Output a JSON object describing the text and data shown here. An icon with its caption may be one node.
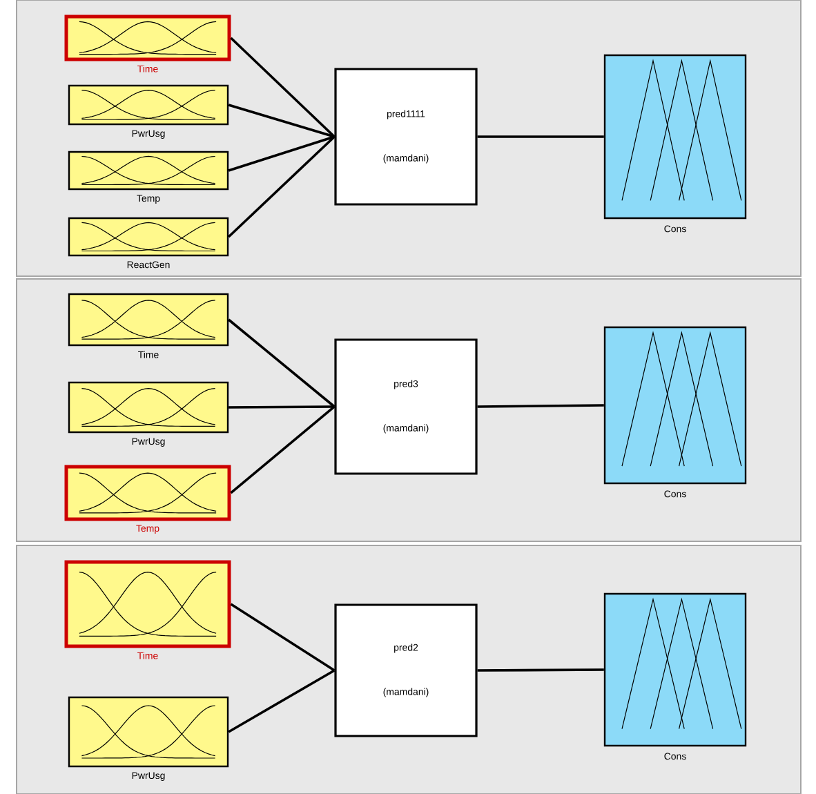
{
  "diagram": {
    "nodes": [
      {
        "text": [
          "Time"
        ]
      },
      {
        "text": [
          "PwrUsg"
        ]
      },
      {
        "text": [
          "Temp"
        ]
      },
      {
        "text": [
          "ReactGen"
        ]
      },
      {
        "text": [
          "pred1111",
          "(mamdani)"
        ]
      },
      {
        "text": [
          "Cons"
        ]
      },
      {
        "text": [
          "Time"
        ]
      },
      {
        "text": [
          "PwrUsg"
        ]
      },
      {
        "text": [
          "Temp"
        ]
      },
      {
        "text": [
          "pred3",
          "(mamdani)"
        ]
      },
      {
        "text": [
          "Cons"
        ]
      },
      {
        "text": [
          "Time"
        ]
      },
      {
        "text": [
          "PwrUsg"
        ]
      },
      {
        "text": [
          "pred2",
          "(mamdani)"
        ]
      },
      {
        "text": [
          "Cons"
        ]
      }
    ],
    "edges": [
      {
        "from": 0,
        "to": 4,
        "arrow": "none"
      },
      {
        "from": 1,
        "to": 4,
        "arrow": "none"
      },
      {
        "from": 2,
        "to": 4,
        "arrow": "none"
      },
      {
        "from": 3,
        "to": 4,
        "arrow": "none"
      },
      {
        "from": 4,
        "to": 5,
        "arrow": "none"
      },
      {
        "from": 6,
        "to": 9,
        "arrow": "none"
      },
      {
        "from": 7,
        "to": 9,
        "arrow": "none"
      },
      {
        "from": 8,
        "to": 9,
        "arrow": "none"
      },
      {
        "from": 9,
        "to": 10,
        "arrow": "none"
      },
      {
        "from": 11,
        "to": 13,
        "arrow": "none"
      },
      {
        "from": 12,
        "to": 13,
        "arrow": "none"
      },
      {
        "from": 13,
        "to": 14,
        "arrow": "none"
      }
    ]
  }
}
